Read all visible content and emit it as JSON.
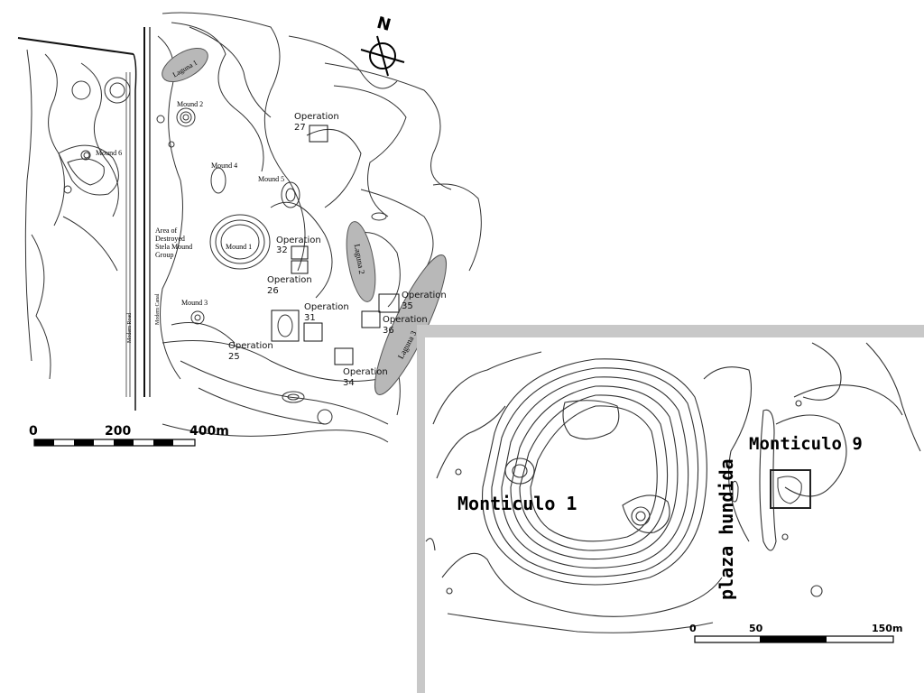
{
  "main_map": {
    "north_letter": "N",
    "lagunas": [
      "Laguna 1",
      "Laguna 2",
      "Laguna 3"
    ],
    "mounds": [
      "Mound 2",
      "Mound 6",
      "Mound 4",
      "Mound 5",
      "Mound 1",
      "Mound 3"
    ],
    "area_label_lines": [
      "Area of",
      "Destroyed",
      "Stela Mound",
      "Group"
    ],
    "road_label": "Modern Road",
    "canal_label": "Modern Canal",
    "operations": {
      "op27": {
        "title": "Operation",
        "num": "27"
      },
      "op32": {
        "title": "Operation",
        "num": "32"
      },
      "op26": {
        "title": "Operation",
        "num": "26"
      },
      "op31": {
        "title": "Operation",
        "num": "31"
      },
      "op35": {
        "title": "Operation",
        "num": "35"
      },
      "op36": {
        "title": "Operation",
        "num": "36"
      },
      "op25": {
        "title": "Operation",
        "num": "25"
      },
      "op34": {
        "title": "Operation",
        "num": "34"
      }
    },
    "scale": {
      "labels": [
        "0",
        "200",
        "400m"
      ]
    }
  },
  "inset_map": {
    "monticulo_1": "Monticulo 1",
    "monticulo_9": "Monticulo 9",
    "plaza": "plaza hundida",
    "scale": {
      "labels": [
        "0",
        "50",
        "150m"
      ]
    }
  }
}
